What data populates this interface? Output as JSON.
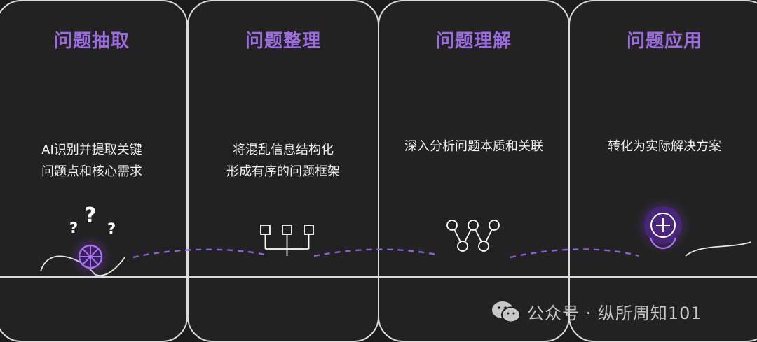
{
  "cards": [
    {
      "title": "问题抽取",
      "desc": [
        "AI识别并提取关键",
        "问题点和核心需求"
      ],
      "icon": "question-marks-gear-icon"
    },
    {
      "title": "问题整理",
      "desc": [
        "将混乱信息结构化",
        "形成有序的问题框架"
      ],
      "icon": "hierarchy-tree-icon"
    },
    {
      "title": "问题理解",
      "desc": [
        "深入分析问题本质和关联"
      ],
      "icon": "network-nodes-icon"
    },
    {
      "title": "问题应用",
      "desc": [
        "转化为实际解决方案"
      ],
      "icon": "plus-circle-icon"
    }
  ],
  "question_marks": [
    "?",
    "?",
    "?"
  ],
  "watermark": {
    "text": "公众号 · 纵所周知101",
    "icon": "wechat-icon"
  },
  "colors": {
    "accent": "#9b6de0",
    "border": "#dcdcdc",
    "background": "#1c1c1c"
  }
}
